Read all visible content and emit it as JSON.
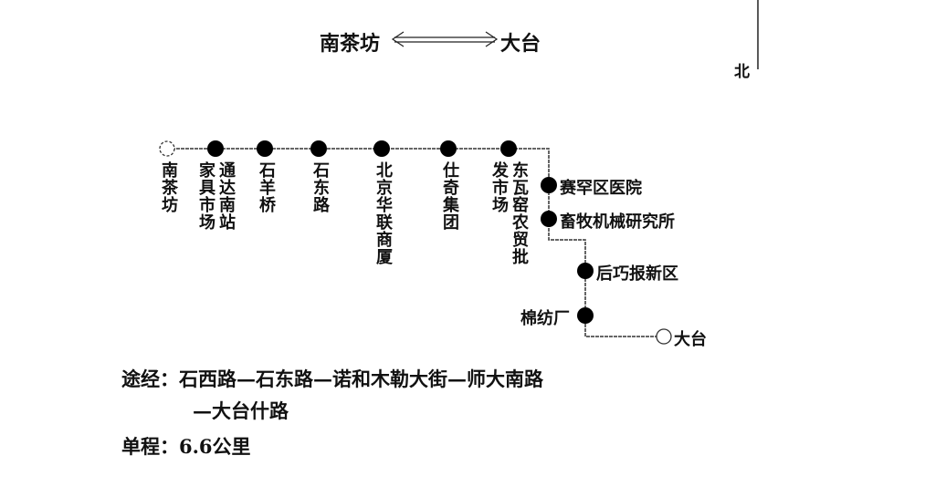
{
  "title": {
    "from": "南茶坊",
    "to": "大台",
    "arrow": "⇌"
  },
  "compass": {
    "label": "北"
  },
  "stations": [
    {
      "name": "南茶坊",
      "terminal": true
    },
    {
      "name": "通达南站家具市场"
    },
    {
      "name": "石羊桥"
    },
    {
      "name": "石东路"
    },
    {
      "name": "北京华联商厦"
    },
    {
      "name": "仕奇集团"
    },
    {
      "name": "东瓦窑农贸批发市场"
    },
    {
      "name": "赛罕区医院"
    },
    {
      "name": "畜牧机械研究所"
    },
    {
      "name": "后巧报新区"
    },
    {
      "name": "棉纺厂"
    },
    {
      "name": "大台",
      "terminal": true
    }
  ],
  "route": {
    "via_label": "途经：",
    "via_line1": "石西路—石东路—诺和木勒大街—师大南路",
    "via_line2": "—大台什路",
    "distance_label": "单程：",
    "distance_value": "6.6公里"
  }
}
